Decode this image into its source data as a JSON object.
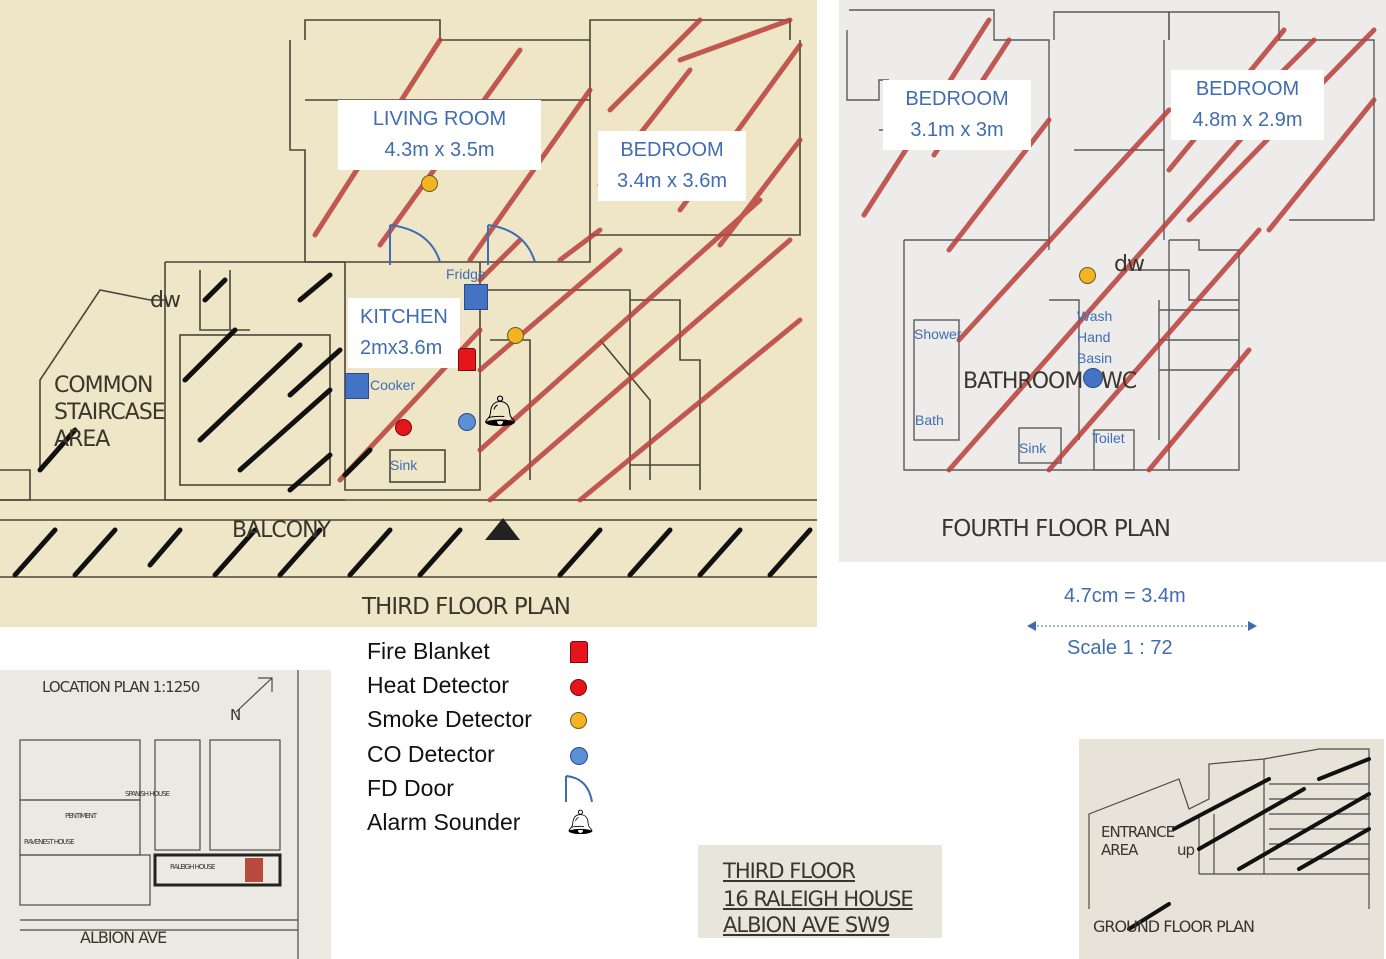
{
  "third_floor": {
    "living_room": {
      "name": "LIVING ROOM",
      "size": "4.3m x 3.5m"
    },
    "bedroom": {
      "name": "BEDROOM",
      "size": "3.4m x 3.6m"
    },
    "kitchen": {
      "name": "KITCHEN",
      "size": "2mx3.6m"
    },
    "fridge": "Fridge",
    "cooker": "Cooker",
    "sink": "Sink",
    "dw": "dw",
    "common_staircase": [
      "COMMON",
      "STAIRCASE",
      "AREA"
    ],
    "balcony": "BALCONY",
    "plan_title": "THIRD FLOOR PLAN"
  },
  "fourth_floor": {
    "bedroom_left": {
      "name": "BEDROOM",
      "size": "3.1m x 3m"
    },
    "bedroom_right": {
      "name": "BEDROOM",
      "size": "4.8m x 2.9m"
    },
    "shower": "Shower",
    "bath": "Bath",
    "bathroom": "BATHROOM",
    "wc": "WC",
    "wash_hand_basin": [
      "Wash",
      "Hand",
      "Basin"
    ],
    "sink": "Sink",
    "toilet": "Toilet",
    "dw": "dw",
    "plan_title": "FOURTH FLOOR PLAN"
  },
  "scale": {
    "measure": "4.7cm = 3.4m",
    "ratio": "Scale 1 : 72"
  },
  "legend": [
    {
      "label": "Fire Blanket",
      "icon": "fire-blanket-icon",
      "color": "#e8141b"
    },
    {
      "label": "Heat Detector",
      "icon": "heat-detector-icon",
      "color": "#e8141b"
    },
    {
      "label": "Smoke Detector",
      "icon": "smoke-detector-icon",
      "color": "#f2b521"
    },
    {
      "label": "CO Detector",
      "icon": "co-detector-icon",
      "color": "#5b8fd6"
    },
    {
      "label": "FD Door",
      "icon": "fd-door-icon",
      "color": "#3f6db0"
    },
    {
      "label": "Alarm Sounder",
      "icon": "bell-icon",
      "color": "#000000"
    }
  ],
  "location_plan": {
    "title": "LOCATION PLAN 1:1250",
    "north": "N",
    "street": "ALBION AVE",
    "house_labels": [
      "RALEIGH HOUSE",
      "PENTIMENT",
      "SPANISH HOUSE",
      "RAVENEST HOUSE"
    ]
  },
  "address": [
    "THIRD FLOOR",
    "16 RALEIGH HOUSE",
    "ALBION AVE SW9"
  ],
  "ground_floor": {
    "entrance": [
      "ENTRANCE",
      "AREA"
    ],
    "up": "up",
    "plan_title": "GROUND FLOOR PLAN"
  },
  "colors": {
    "accent_blue": "#3f6db0",
    "hatch_red": "#b8403a",
    "paper": "#efe6c8"
  }
}
